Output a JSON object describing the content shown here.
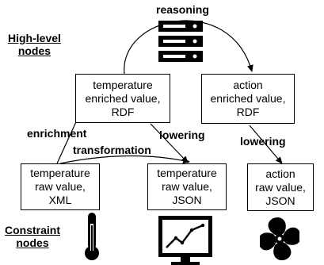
{
  "legend": {
    "high_level": [
      "High-level",
      "nodes"
    ],
    "constraint": [
      "Constraint",
      "nodes"
    ]
  },
  "nodes": {
    "temp_enriched": [
      "temperature",
      "enriched value,",
      "RDF"
    ],
    "action_enriched": [
      "action",
      "enriched value,",
      "RDF"
    ],
    "temp_raw_xml": [
      "temperature",
      "raw value,",
      "XML"
    ],
    "temp_raw_json": [
      "temperature",
      "raw value,",
      "JSON"
    ],
    "action_raw_json": [
      "action",
      "raw value,",
      "JSON"
    ]
  },
  "edges": {
    "reasoning": "reasoning",
    "enrichment": "enrichment",
    "lowering_1": "lowering",
    "transformation": "transformation",
    "lowering_2": "lowering"
  },
  "icons": {
    "server": "server-rack-icon",
    "thermometer": "thermometer-icon",
    "monitor": "line-chart-monitor-icon",
    "fan": "fan-icon"
  }
}
